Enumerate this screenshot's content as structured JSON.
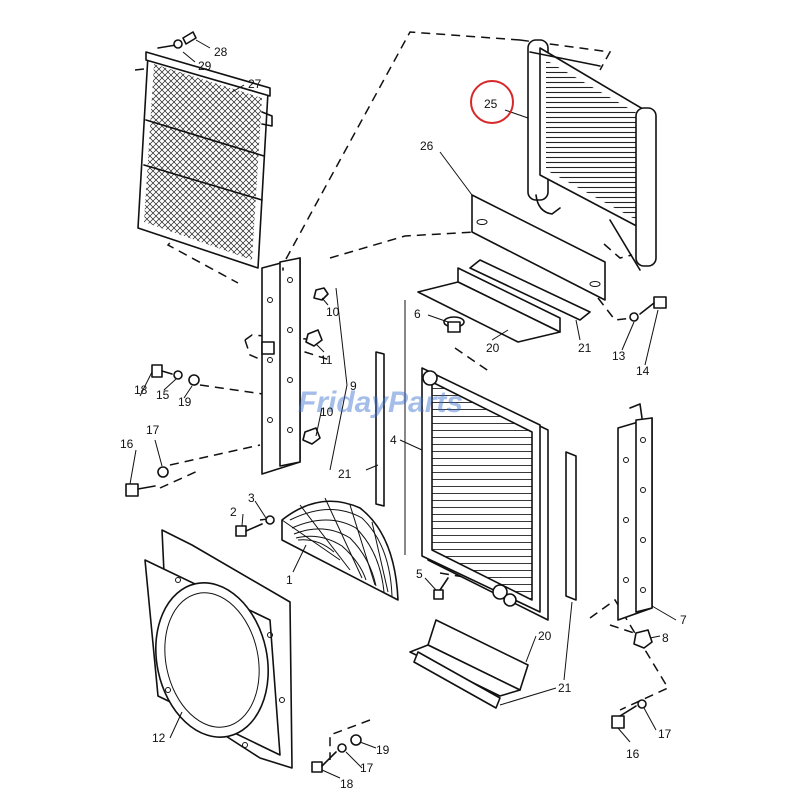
{
  "watermark": "FridayParts",
  "highlight_color": "#d62828",
  "watermark_color": "#3a6fd0",
  "labels": {
    "p1": "1",
    "p2": "2",
    "p3": "3",
    "p4": "4",
    "p5": "5",
    "p6": "6",
    "p7": "7",
    "p8": "8",
    "p9": "9",
    "p10a": "10",
    "p10b": "10",
    "p11": "11",
    "p12": "12",
    "p13": "13",
    "p14": "14",
    "p15": "15",
    "p16a": "16",
    "p16b": "16",
    "p17a": "17",
    "p17b": "17",
    "p17c": "17",
    "p18a": "18",
    "p18b": "18",
    "p19a": "19",
    "p19b": "19",
    "p20a": "20",
    "p20b": "20",
    "p21a": "21",
    "p21b": "21",
    "p21c": "21",
    "p25": "25",
    "p26": "26",
    "p27": "27",
    "p28": "28",
    "p29": "29"
  }
}
